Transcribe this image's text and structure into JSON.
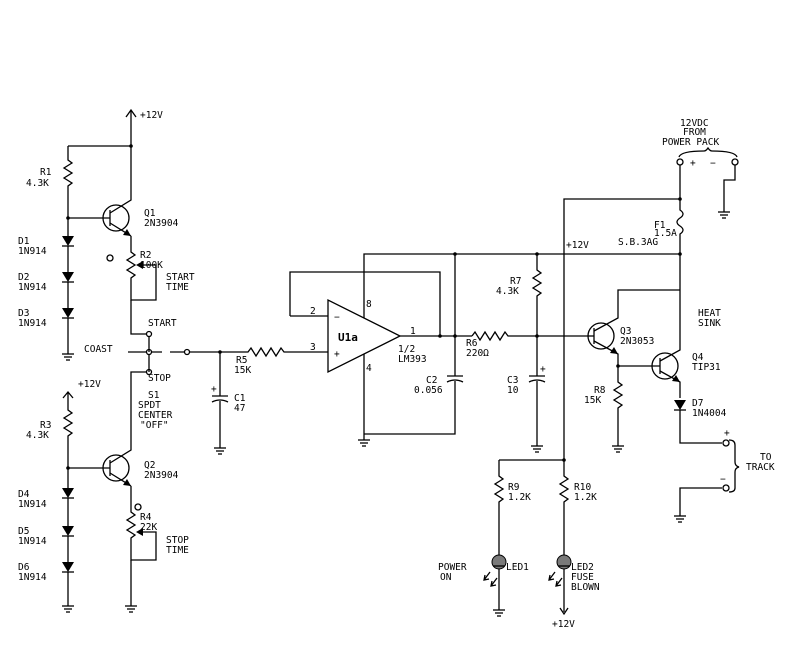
{
  "labels": {
    "v12_top": "+12V",
    "r1_ref": "R1",
    "r1_val": "4.3K",
    "q1_ref": "Q1",
    "q1_part": "2N3904",
    "d1_ref": "D1",
    "d1_part": "1N914",
    "d2_ref": "D2",
    "d2_part": "1N914",
    "d3_ref": "D3",
    "d3_part": "1N914",
    "r2_ref": "R2",
    "r2_val": "100K",
    "start_time_1": "START",
    "start_time_2": "TIME",
    "start": "START",
    "coast": "COAST",
    "stop": "STOP",
    "s1_ref": "S1",
    "s1_l1": "SPDT",
    "s1_l2": "CENTER",
    "s1_l3": "\"OFF\"",
    "v12_mid": "+12V",
    "r3_ref": "R3",
    "r3_val": "4.3K",
    "q2_ref": "Q2",
    "q2_part": "2N3904",
    "d4_ref": "D4",
    "d4_part": "1N914",
    "d5_ref": "D5",
    "d5_part": "1N914",
    "d6_ref": "D6",
    "d6_part": "1N914",
    "r4_ref": "R4",
    "r4_val": "22K",
    "stop_time_1": "STOP",
    "stop_time_2": "TIME",
    "r5_ref": "R5",
    "r5_val": "15K",
    "c1_ref": "C1",
    "c1_val": "47",
    "u1_ref": "U1a",
    "u1_part1": "1/2",
    "u1_part2": "LM393",
    "pin1": "1",
    "pin2": "2",
    "pin3": "3",
    "pin4": "4",
    "pin8": "8",
    "c2_ref": "C2",
    "c2_val": "0.056",
    "r6_ref": "R6",
    "r6_val": "220Ω",
    "r7_ref": "R7",
    "r7_val": "4.3K",
    "c3_ref": "C3",
    "c3_val": "10",
    "v12_rail": "+12V",
    "supply_1": "12VDC",
    "supply_2": "FROM",
    "supply_3": "POWER PACK",
    "plus": "+",
    "minus": "−",
    "f1_ref": "F1",
    "f1_val": "1.5A",
    "f1_type": "S.B.3AG",
    "heat_1": "HEAT",
    "heat_2": "SINK",
    "q3_ref": "Q3",
    "q3_part": "2N3053",
    "q4_ref": "Q4",
    "q4_part": "TIP31",
    "r8_ref": "R8",
    "r8_val": "15K",
    "d7_ref": "D7",
    "d7_part": "1N4004",
    "track_1": "TO",
    "track_2": "TRACK",
    "track_plus": "+",
    "track_minus": "−",
    "r9_ref": "R9",
    "r9_val": "1.2K",
    "r10_ref": "R10",
    "r10_val": "1.2K",
    "led1_ref": "LED1",
    "power_1": "POWER",
    "power_2": "ON",
    "led2_ref": "LED2",
    "fuse_1": "FUSE",
    "fuse_2": "BLOWN",
    "v12_bottom": "+12V"
  },
  "colors": {
    "wire": "#000000",
    "led_fill": "#7a7a7a",
    "background": "#ffffff"
  }
}
